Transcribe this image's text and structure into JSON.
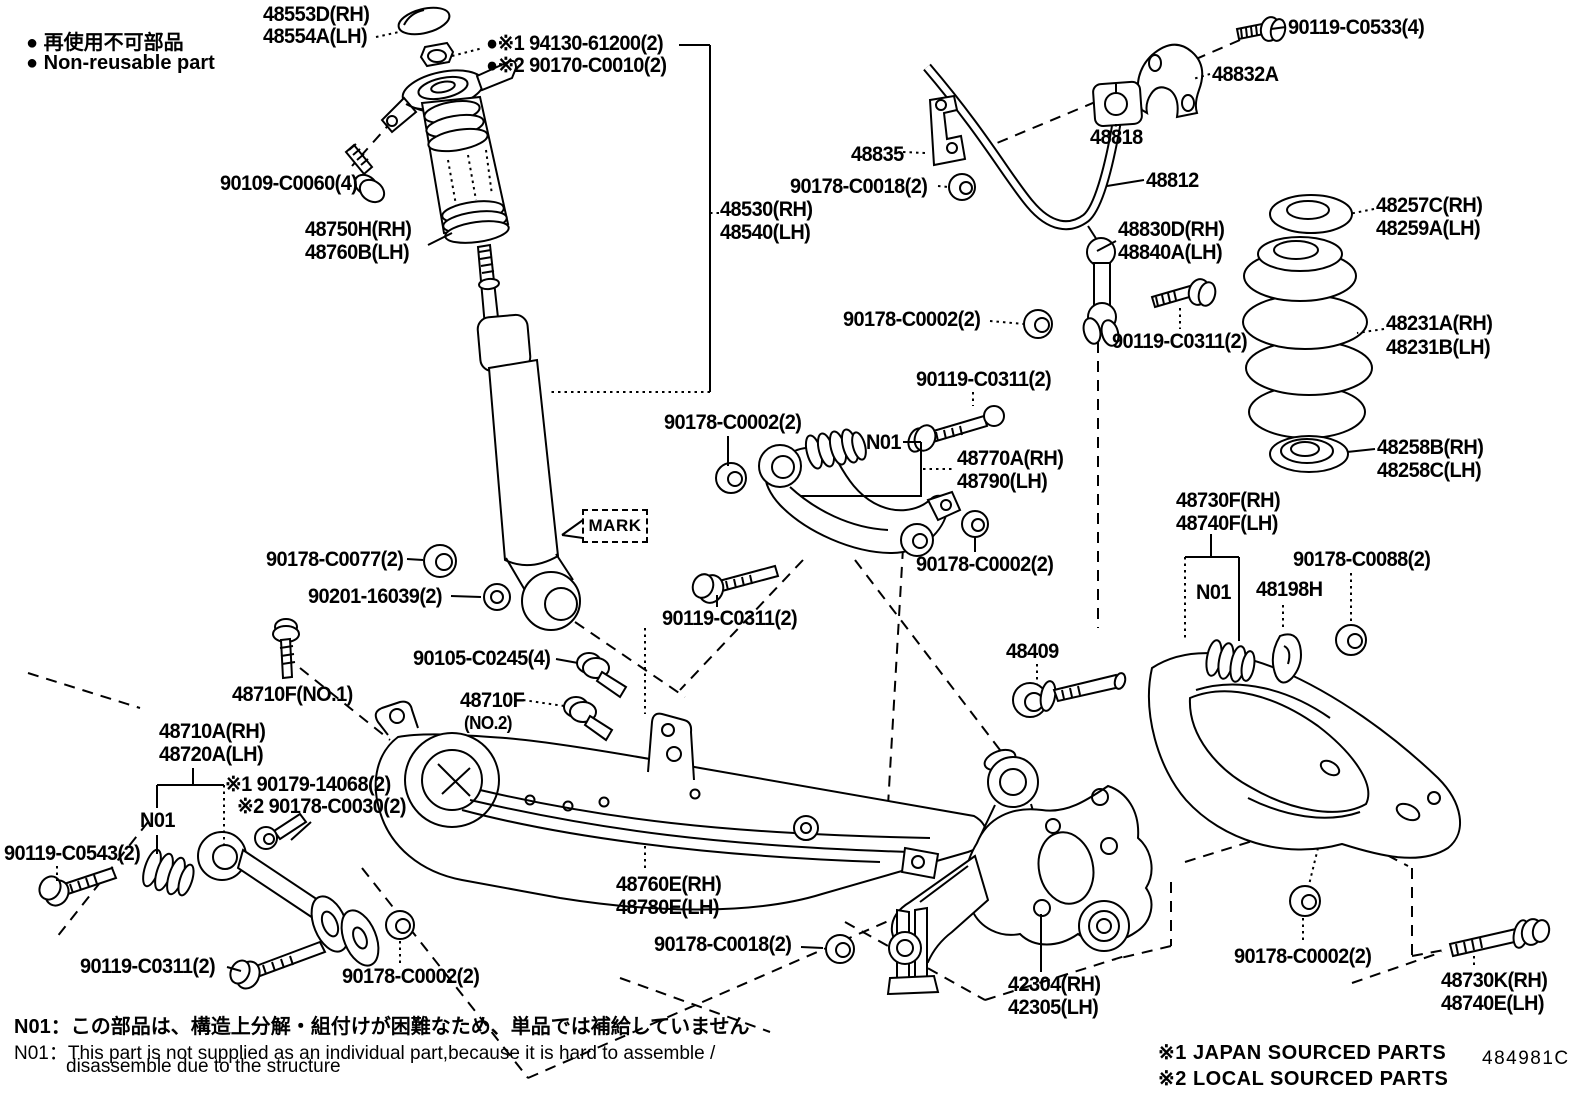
{
  "legend": {
    "line_jp": "● 再使用不可部品",
    "line_en": "● Non-reusable part"
  },
  "notes": {
    "n01_jp": "N01：この部品は、構造上分解・組付けが困難なため、単品では補給していません",
    "n01_en_1": "N01：This part is not supplied as an individual part,because it is hard to assemble /",
    "n01_en_2": "disassemble due to the structure",
    "sourced_1": "※1 JAPAN SOURCED PARTS",
    "sourced_2": "※2 LOCAL SOURCED PARTS",
    "drawing_code": "484981C"
  },
  "labels": [
    {
      "name": "part-48553d-rh",
      "text": "48553D(RH)"
    },
    {
      "name": "part-48554a-lh",
      "text": "48554A(LH)"
    },
    {
      "name": "part-94130-61200",
      "text": "●※1 94130-61200(2)"
    },
    {
      "name": "part-90170-c0010",
      "text": "●※2 90170-C0010(2)"
    },
    {
      "name": "part-90119-c0533",
      "text": "90119-C0533(4)"
    },
    {
      "name": "part-48832a",
      "text": "48832A"
    },
    {
      "name": "part-48818",
      "text": "48818"
    },
    {
      "name": "part-48835",
      "text": "48835"
    },
    {
      "name": "part-90178-c0018-a",
      "text": "90178-C0018(2)"
    },
    {
      "name": "part-48812",
      "text": "48812"
    },
    {
      "name": "part-48530-rh",
      "text": "48530(RH)"
    },
    {
      "name": "part-48540-lh",
      "text": "48540(LH)"
    },
    {
      "name": "part-90109-c0060",
      "text": "90109-C0060(4)"
    },
    {
      "name": "part-48750h-rh",
      "text": "48750H(RH)"
    },
    {
      "name": "part-48760b-lh",
      "text": "48760B(LH)"
    },
    {
      "name": "part-48830d-rh",
      "text": "48830D(RH)"
    },
    {
      "name": "part-48840a-lh",
      "text": "48840A(LH)"
    },
    {
      "name": "part-48257c-rh",
      "text": "48257C(RH)"
    },
    {
      "name": "part-48259a-lh",
      "text": "48259A(LH)"
    },
    {
      "name": "part-90178-c0002-a",
      "text": "90178-C0002(2)"
    },
    {
      "name": "part-90119-c0311-a",
      "text": "90119-C0311(2)"
    },
    {
      "name": "part-48231a-rh",
      "text": "48231A(RH)"
    },
    {
      "name": "part-48231b-lh",
      "text": "48231B(LH)"
    },
    {
      "name": "part-90119-c0311-b",
      "text": "90119-C0311(2)"
    },
    {
      "name": "part-90178-c0002-b",
      "text": "90178-C0002(2)"
    },
    {
      "name": "part-n01-a",
      "text": "N01"
    },
    {
      "name": "part-48770a-rh",
      "text": "48770A(RH)"
    },
    {
      "name": "part-48790-lh",
      "text": "48790(LH)"
    },
    {
      "name": "part-48258b-rh",
      "text": "48258B(RH)"
    },
    {
      "name": "part-48258c-lh",
      "text": "48258C(LH)"
    },
    {
      "name": "part-48730f-rh",
      "text": "48730F(RH)"
    },
    {
      "name": "part-48740f-lh",
      "text": "48740F(LH)"
    },
    {
      "name": "part-90178-c0088",
      "text": "90178-C0088(2)"
    },
    {
      "name": "part-48198h",
      "text": "48198H"
    },
    {
      "name": "mark-tag",
      "text": "MARK"
    },
    {
      "name": "part-90178-c0077",
      "text": "90178-C0077(2)"
    },
    {
      "name": "part-90201-16039",
      "text": "90201-16039(2)"
    },
    {
      "name": "part-90119-c0311-c",
      "text": "90119-C0311(2)"
    },
    {
      "name": "part-90178-c0002-c",
      "text": "90178-C0002(2)"
    },
    {
      "name": "part-n01-b",
      "text": "N01"
    },
    {
      "name": "part-90105-c0245",
      "text": "90105-C0245(4)"
    },
    {
      "name": "part-48710f-no1",
      "text": "48710F(NO.1)"
    },
    {
      "name": "part-48710f",
      "text": "48710F"
    },
    {
      "name": "part-48710f-no2",
      "text": "(NO.2)"
    },
    {
      "name": "part-48710a-rh",
      "text": "48710A(RH)"
    },
    {
      "name": "part-48720a-lh",
      "text": "48720A(LH)"
    },
    {
      "name": "part-90179-14068",
      "text": "※1 90179-14068(2)"
    },
    {
      "name": "part-90178-c0030",
      "text": "※2 90178-C0030(2)"
    },
    {
      "name": "part-n01-c",
      "text": "N01"
    },
    {
      "name": "part-48409",
      "text": "48409"
    },
    {
      "name": "part-90119-c0543",
      "text": "90119-C0543(2)"
    },
    {
      "name": "part-48760e-rh",
      "text": "48760E(RH)"
    },
    {
      "name": "part-48780e-lh",
      "text": "48780E(LH)"
    },
    {
      "name": "part-90119-c0311-d",
      "text": "90119-C0311(2)"
    },
    {
      "name": "part-90178-c0002-d",
      "text": "90178-C0002(2)"
    },
    {
      "name": "part-90178-c0018-b",
      "text": "90178-C0018(2)"
    },
    {
      "name": "part-42304-rh",
      "text": "42304(RH)"
    },
    {
      "name": "part-42305-lh",
      "text": "42305(LH)"
    },
    {
      "name": "part-90178-c0002-e",
      "text": "90178-C0002(2)"
    },
    {
      "name": "part-48730k-rh",
      "text": "48730K(RH)"
    },
    {
      "name": "part-48740e-lh",
      "text": "48740E(LH)"
    }
  ]
}
